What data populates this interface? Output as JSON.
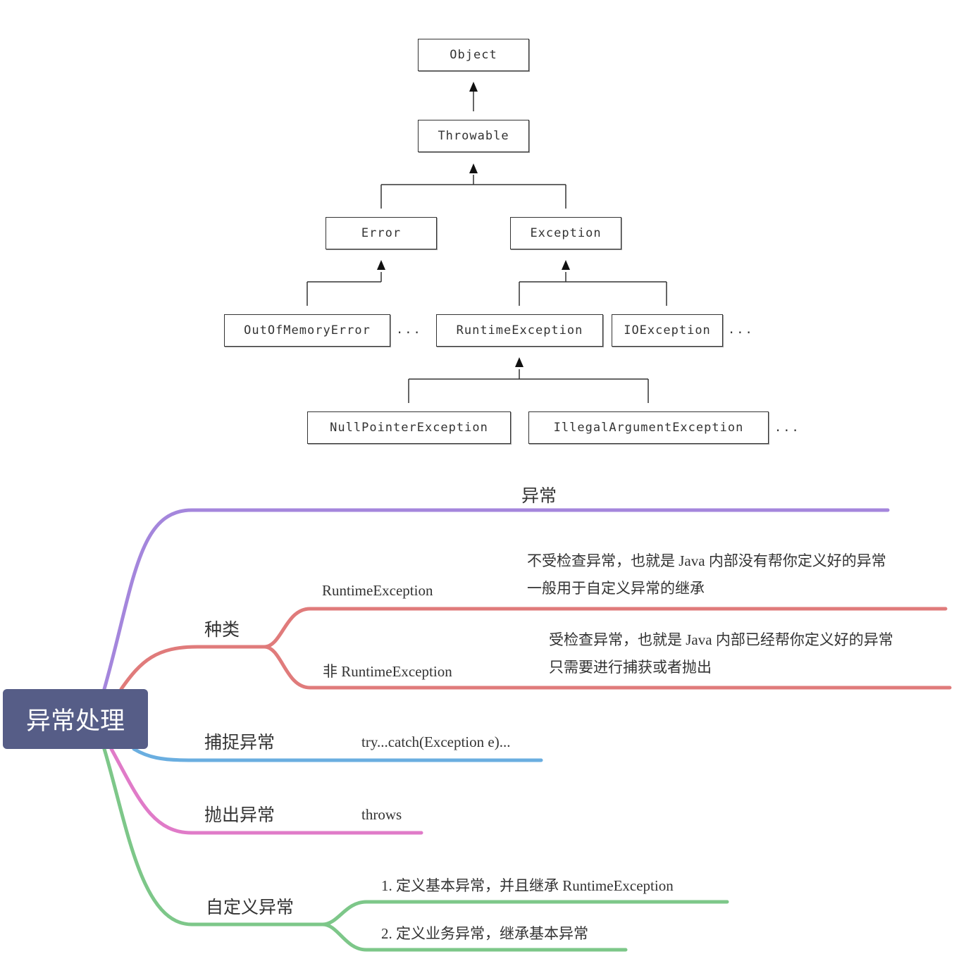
{
  "hierarchy": {
    "object": "Object",
    "throwable": "Throwable",
    "error": "Error",
    "exception": "Exception",
    "out_of_memory": "OutOfMemoryError",
    "runtime_exception": "RuntimeException",
    "io_exception": "IOException",
    "null_pointer": "NullPointerException",
    "illegal_argument": "IllegalArgumentException",
    "ellipsis": "..."
  },
  "mindmap": {
    "root": "异常处理",
    "exception": "异常",
    "kinds": {
      "label": "种类",
      "runtime": {
        "label": "RuntimeException",
        "note_line1": "不受检查异常，也就是 Java 内部没有帮你定义好的异常",
        "note_line2": "一般用于自定义异常的继承"
      },
      "non_runtime": {
        "label": "非 RuntimeException",
        "note_line1": "受检查异常，也就是 Java 内部已经帮你定义好的异常",
        "note_line2": "只需要进行捕获或者抛出"
      }
    },
    "catch": {
      "label": "捕捉异常",
      "detail": "try...catch(Exception e)..."
    },
    "throw": {
      "label": "抛出异常",
      "detail": "throws"
    },
    "custom": {
      "label": "自定义异常",
      "step1": "1. 定义基本异常，并且继承 RuntimeException",
      "step2": "2. 定义业务异常，继承基本异常"
    }
  },
  "colors": {
    "root_fill": "#565d87",
    "branch_exception": "#a486dc",
    "branch_kinds": "#e07b7b",
    "branch_catch": "#6aaee0",
    "branch_throw": "#e07bc8",
    "branch_custom": "#7dc789"
  }
}
